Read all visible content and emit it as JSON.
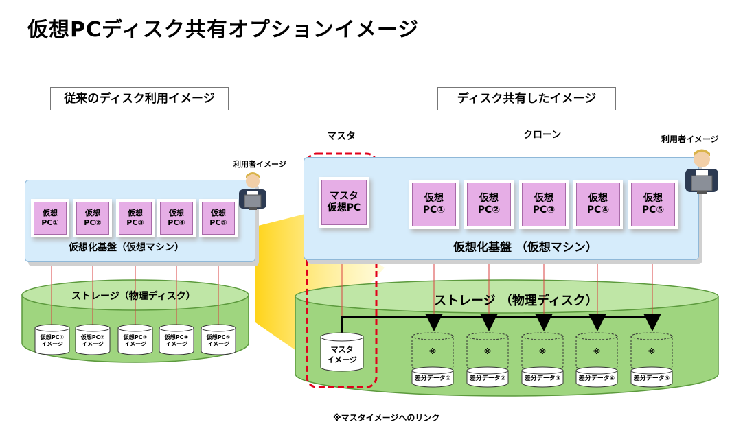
{
  "title": "仮想PCディスク共有オプションイメージ",
  "left": {
    "caption": "従来のディスク利用イメージ",
    "user_label": "利用者イメージ",
    "vms": [
      {
        "line1": "仮想",
        "line2": "PC①"
      },
      {
        "line1": "仮想",
        "line2": "PC②"
      },
      {
        "line1": "仮想",
        "line2": "PC③"
      },
      {
        "line1": "仮想",
        "line2": "PC④"
      },
      {
        "line1": "仮想",
        "line2": "PC⑤"
      }
    ],
    "platform_label": "仮想化基盤（仮想マシン）",
    "storage_label": "ストレージ（物理ディスク）",
    "disks": [
      {
        "line1": "仮想PC①",
        "line2": "イメージ"
      },
      {
        "line1": "仮想PC②",
        "line2": "イメージ"
      },
      {
        "line1": "仮想PC③",
        "line2": "イメージ"
      },
      {
        "line1": "仮想PC④",
        "line2": "イメージ"
      },
      {
        "line1": "仮想PC⑤",
        "line2": "イメージ"
      }
    ]
  },
  "right": {
    "caption": "ディスク共有したイメージ",
    "master_label": "マスタ",
    "clone_label": "クローン",
    "user_label": "利用者イメージ",
    "master_vm": {
      "line1": "マスタ",
      "line2": "仮想PC"
    },
    "vms": [
      {
        "line1": "仮想",
        "line2": "PC①"
      },
      {
        "line1": "仮想",
        "line2": "PC②"
      },
      {
        "line1": "仮想",
        "line2": "PC③"
      },
      {
        "line1": "仮想",
        "line2": "PC④"
      },
      {
        "line1": "仮想",
        "line2": "PC⑤"
      }
    ],
    "platform_label": "仮想化基盤 （仮想マシン）",
    "storage_label": "ストレージ （物理ディスク）",
    "master_disk": {
      "line1": "マスタ",
      "line2": "イメージ"
    },
    "diff_mark": "※",
    "diffs": [
      "差分データ①",
      "差分データ②",
      "差分データ③",
      "差分データ④",
      "差分データ⑤"
    ]
  },
  "footnote": "※マスタイメージへのリンク",
  "colors": {
    "panel": "#d6ecfb",
    "vm": "#e6aee6",
    "storage": "#a9d98a",
    "master_frame": "#e0001b",
    "clone_brace": "#e0001b",
    "beam": "#ffd400"
  }
}
